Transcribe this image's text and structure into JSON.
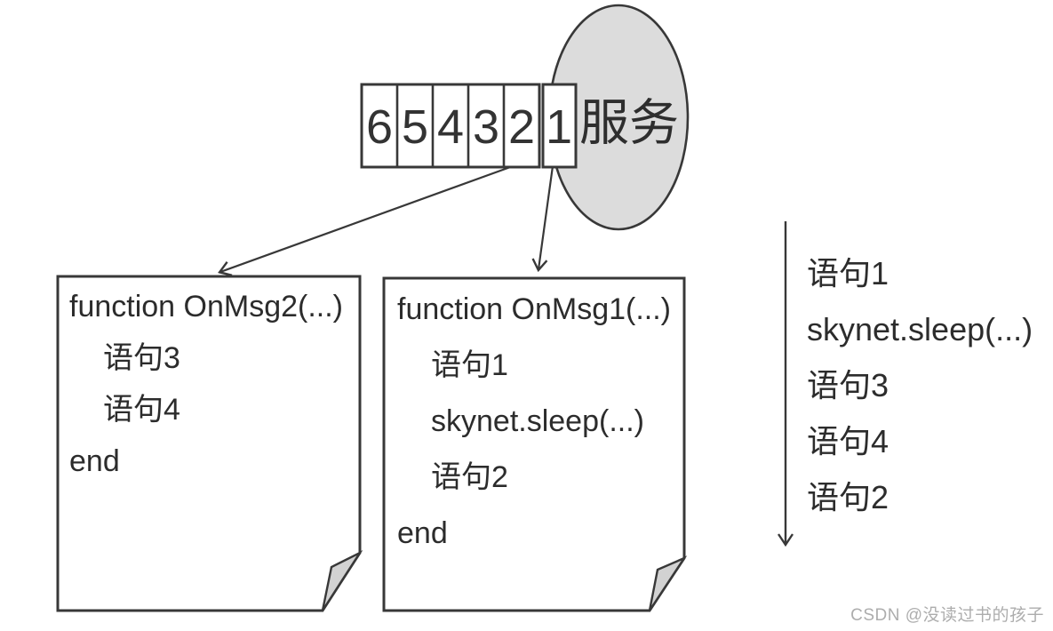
{
  "colors": {
    "ink": "#383838",
    "ellipse_fill": "#dcdcdc",
    "fold_fill": "#d2d2d2",
    "watermark_color": "#adadad"
  },
  "queue": {
    "cells": [
      "6",
      "5",
      "4",
      "3",
      "2",
      "1"
    ]
  },
  "service": {
    "label": "服务"
  },
  "boxes": [
    {
      "name": "OnMsg2",
      "lines": [
        {
          "text": "function OnMsg2(...)"
        },
        {
          "text": "语句3"
        },
        {
          "text": "语句4"
        },
        {
          "text": "end"
        }
      ]
    },
    {
      "name": "OnMsg1",
      "lines": [
        {
          "text": "function OnMsg1(...)"
        },
        {
          "text": "语句1"
        },
        {
          "text": "skynet.sleep(...)"
        },
        {
          "text": "语句2"
        },
        {
          "text": "end"
        }
      ]
    }
  ],
  "execution_order": {
    "items": [
      "语句1",
      "skynet.sleep(...)",
      "语句3",
      "语句4",
      "语句2"
    ]
  },
  "watermark": {
    "text": "CSDN @没读过书的孩子"
  }
}
